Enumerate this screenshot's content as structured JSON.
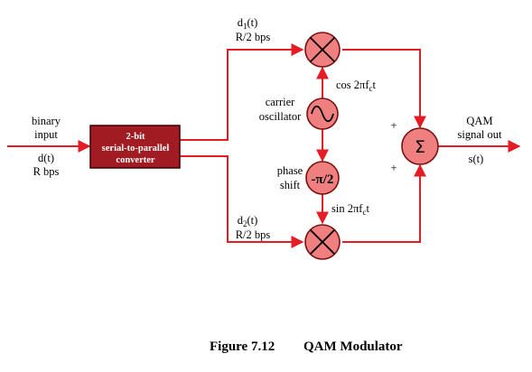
{
  "input": {
    "line1": "binary",
    "line2": "input",
    "signal": "d(t)",
    "rate": "R bps"
  },
  "converter": {
    "line1": "2-bit",
    "line2": "serial-to-parallel",
    "line3": "converter",
    "fill_color": "#a01c22"
  },
  "upper_branch": {
    "signal_base": "d",
    "signal_sub": "1",
    "signal_tail": "(t)",
    "rate": "R/2 bps"
  },
  "lower_branch": {
    "signal_base": "d",
    "signal_sub": "2",
    "signal_tail": "(t)",
    "rate": "R/2 bps"
  },
  "carrier": {
    "line1": "carrier",
    "line2": "oscillator",
    "cos_prefix": "cos 2πf",
    "cos_sub": "c",
    "cos_suffix": "t",
    "sin_prefix": "sin 2πf",
    "sin_sub": "c",
    "sin_suffix": "t"
  },
  "phase_shift": {
    "line1": "phase",
    "line2": "shift",
    "symbol": "-π/2"
  },
  "summer": {
    "symbol": "Σ",
    "plus_top": "+",
    "plus_bottom": "+"
  },
  "output": {
    "line1": "QAM",
    "line2": "signal out",
    "signal": "s(t)"
  },
  "caption": {
    "figure": "Figure 7.12",
    "title": "QAM Modulator"
  },
  "colors": {
    "wire": "#e41c23",
    "node_fill": "#f08080",
    "node_stroke": "#7a1010"
  }
}
